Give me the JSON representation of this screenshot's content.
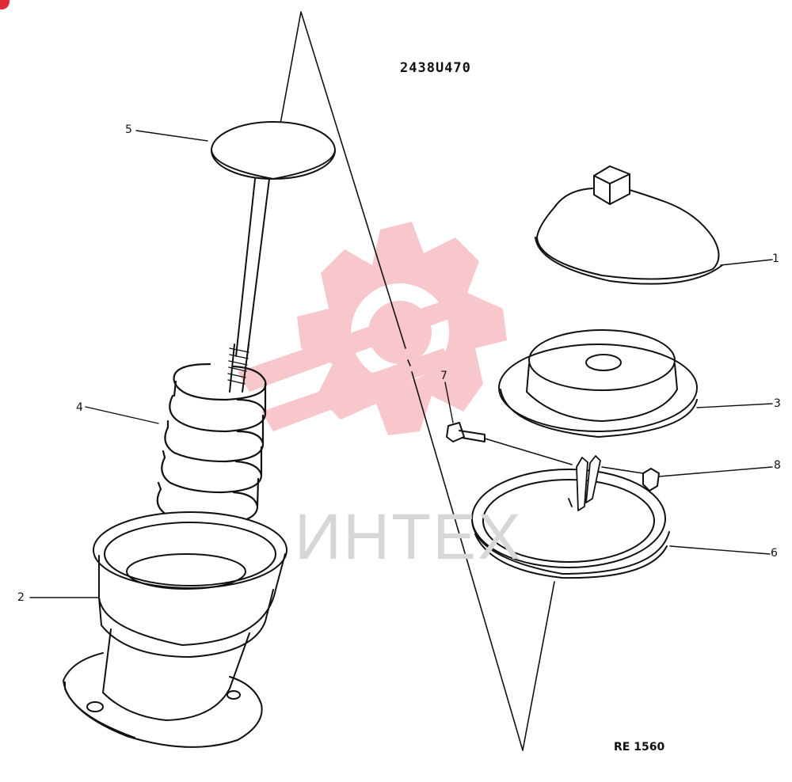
{
  "drawing_number": "2438U470",
  "reference": "RE 1560",
  "watermark": {
    "text": "ИНТЕХ",
    "color": "#f4a6ad"
  },
  "callouts": [
    {
      "id": "1",
      "label": "1"
    },
    {
      "id": "2",
      "label": "2"
    },
    {
      "id": "3",
      "label": "3"
    },
    {
      "id": "4",
      "label": "4"
    },
    {
      "id": "5",
      "label": "5"
    },
    {
      "id": "6",
      "label": "6"
    },
    {
      "id": "7",
      "label": "7"
    },
    {
      "id": "8",
      "label": "8"
    }
  ]
}
